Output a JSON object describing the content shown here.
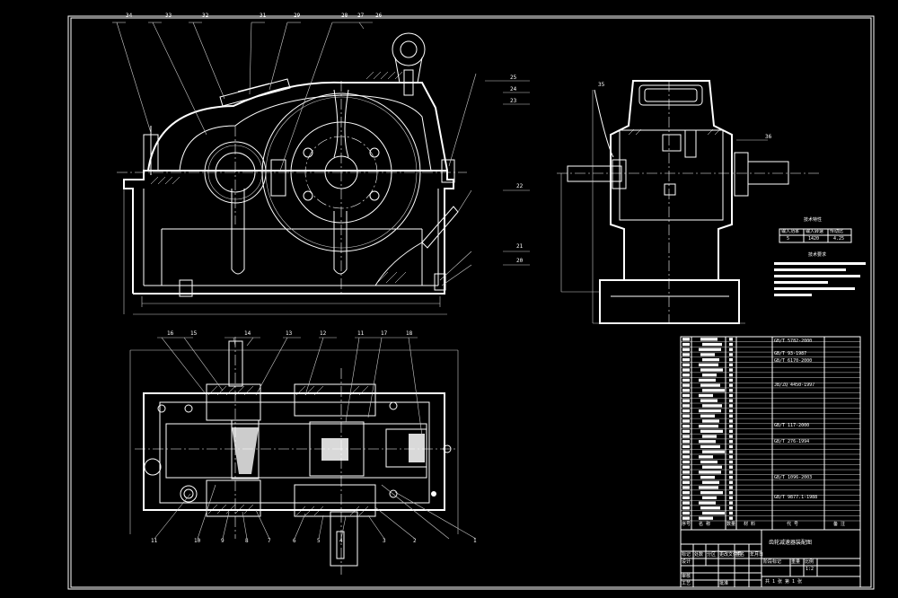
{
  "drawing": {
    "title_block_name": "齿轮减速器装配图",
    "scale": "1:2",
    "sheet": "共 1 张 第 1 张"
  },
  "balloons_front": [
    "34",
    "33",
    "32",
    "31",
    "29",
    "28",
    "27",
    "26",
    "25",
    "24",
    "23",
    "22",
    "21",
    "20"
  ],
  "balloons_side": [
    "35",
    "36"
  ],
  "balloons_top_upper": [
    "16",
    "15",
    "14",
    "13",
    "12",
    "11",
    "17",
    "18"
  ],
  "balloons_top_lower": [
    "11",
    "10",
    "9",
    "8",
    "7",
    "6",
    "5",
    "4",
    "3",
    "2",
    "1"
  ],
  "tech_specs": {
    "title": "技术特性",
    "header": [
      "输入功率",
      "输入转速",
      "传动比"
    ],
    "values": [
      "5",
      "1420",
      "4.25"
    ]
  },
  "tech_requirements": {
    "title": "技术要求"
  },
  "bom": {
    "col_headers": [
      "序号",
      "名  称",
      "数量",
      "材  料",
      "代  号",
      "备  注"
    ],
    "standards": [
      "GB/T 5782-2000",
      "GB/T 93-1987",
      "GB/T 6170-2000",
      "JB/ZQ 4450-1997",
      "GB/T 117-2000",
      "GB/T 276-1994",
      "GB/T 1096-2003",
      "GB/T 9877.1-1988"
    ]
  },
  "title_block": {
    "row_labels": [
      "标记",
      "处数",
      "分区",
      "更改文件号",
      "签名",
      "年月日"
    ],
    "design": "设计",
    "check": "审核",
    "process": "工艺",
    "approve": "批准",
    "stage": "阶段标记",
    "weight": "重量",
    "ratio": "比例"
  }
}
